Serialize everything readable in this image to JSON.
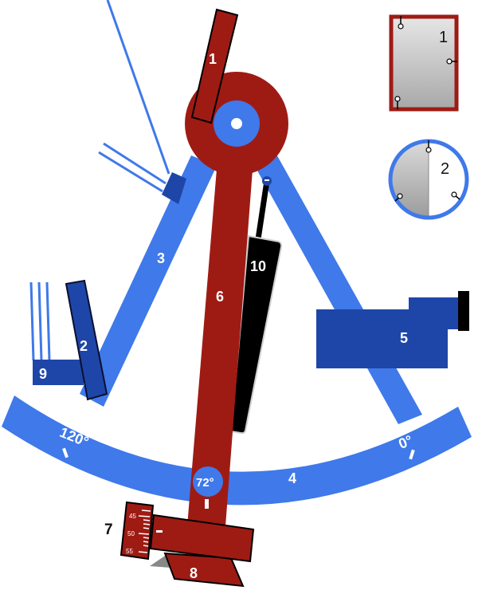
{
  "diagram": {
    "subject": "Sextant parts",
    "colors": {
      "frame_blue": "#3f79ea",
      "dark_blue": "#1e46a8",
      "red": "#9e1b14",
      "black": "#000000",
      "mirror_gray": "#bdbdbd"
    },
    "parts": {
      "index_mirror": "1",
      "horizon_mirror": "2",
      "frame": "3",
      "arc": "4",
      "telescope": "5",
      "index_arm": "6",
      "micrometer_drum": "7",
      "release_clamp": "8",
      "shades_horizon": "9",
      "handle": "10"
    },
    "arc_scale": {
      "left_mark": "120°",
      "right_mark": "0°",
      "reading": "72°"
    },
    "drum_scale": {
      "ticks": [
        "45",
        "50",
        "55"
      ]
    },
    "inset_1": {
      "label": "1"
    },
    "inset_2": {
      "label": "2"
    }
  }
}
